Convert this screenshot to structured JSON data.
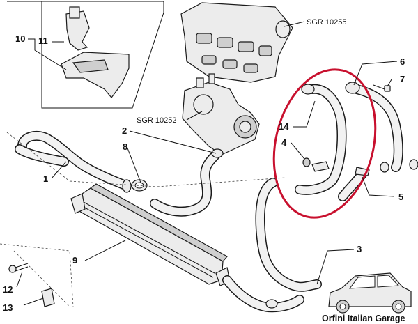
{
  "callouts": {
    "c1": "1",
    "c2": "2",
    "c3": "3",
    "c4": "4",
    "c5": "5",
    "c6": "6",
    "c7": "7",
    "c8": "8",
    "c9": "9",
    "c10": "10",
    "c11": "11",
    "c12": "12",
    "c13": "13",
    "c14": "14"
  },
  "references": {
    "manifold": "SGR 10255",
    "turbo": "SGR 10252"
  },
  "brand": {
    "caption": "Orfini Italian Garage"
  },
  "colors": {
    "highlight": "#c8102e",
    "line": "#1a1a1a"
  }
}
